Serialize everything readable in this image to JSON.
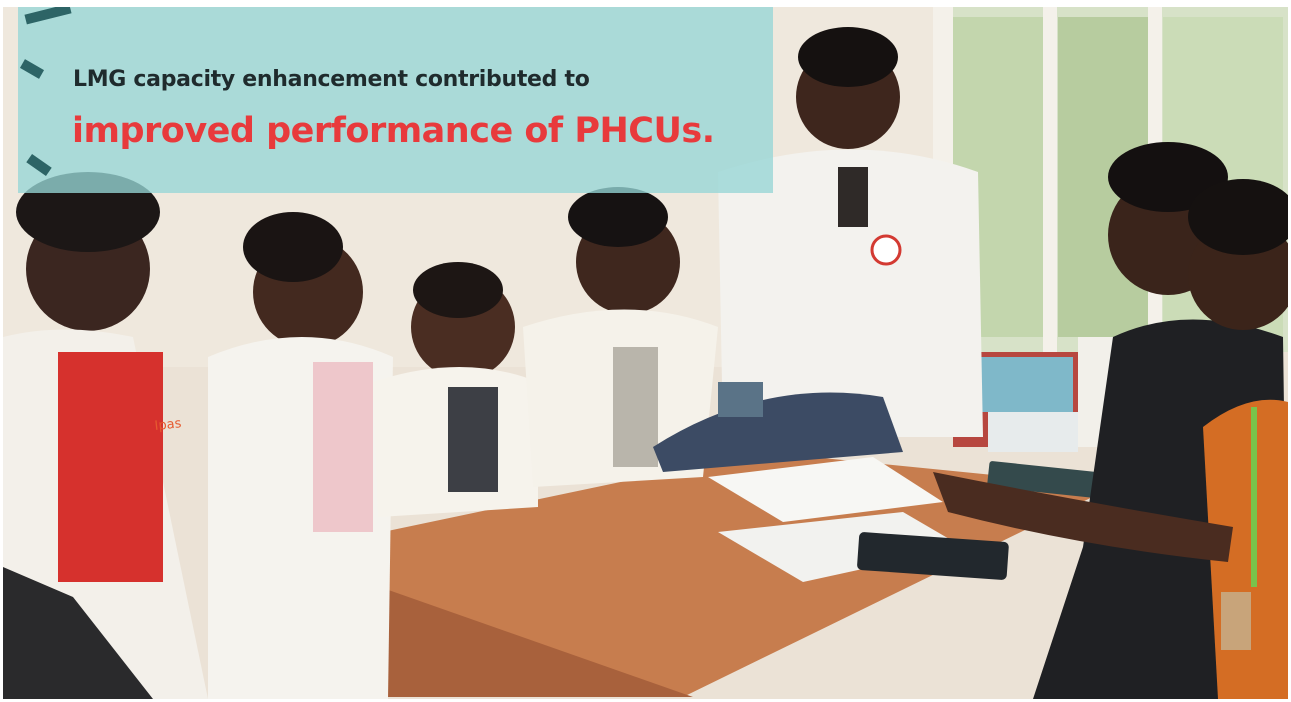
{
  "banner": {
    "line1": "LMG capacity enhancement contributed to",
    "line2": "improved performance of PHCUs."
  },
  "colors": {
    "banner_bg": "#96d6d6",
    "accent_text": "#e83a3c",
    "dark_text": "#1f2b2d",
    "tick_mark": "#2d6466"
  },
  "photo": {
    "coat_logo": "Ipas"
  }
}
